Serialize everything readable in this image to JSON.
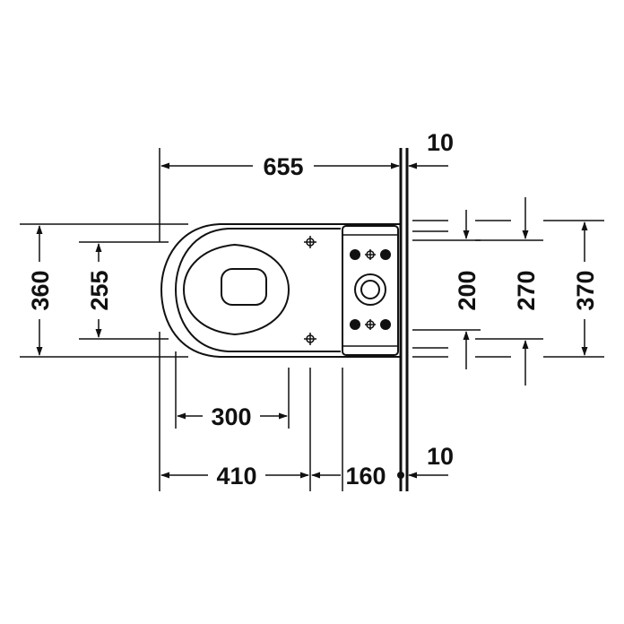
{
  "drawing": {
    "colors": {
      "line": "#111111",
      "background": "#ffffff"
    },
    "dimensions": {
      "overall_length": "655",
      "wall_gap_top": "10",
      "wall_gap_bottom": "10",
      "overall_width": "360",
      "seat_width": "255",
      "seat_length": "300",
      "bowl_to_fixing": "410",
      "fixing_to_wall": "160",
      "tank_holes_spacing": "200",
      "tank_inner_width": "270",
      "tank_outer_width": "370"
    }
  }
}
